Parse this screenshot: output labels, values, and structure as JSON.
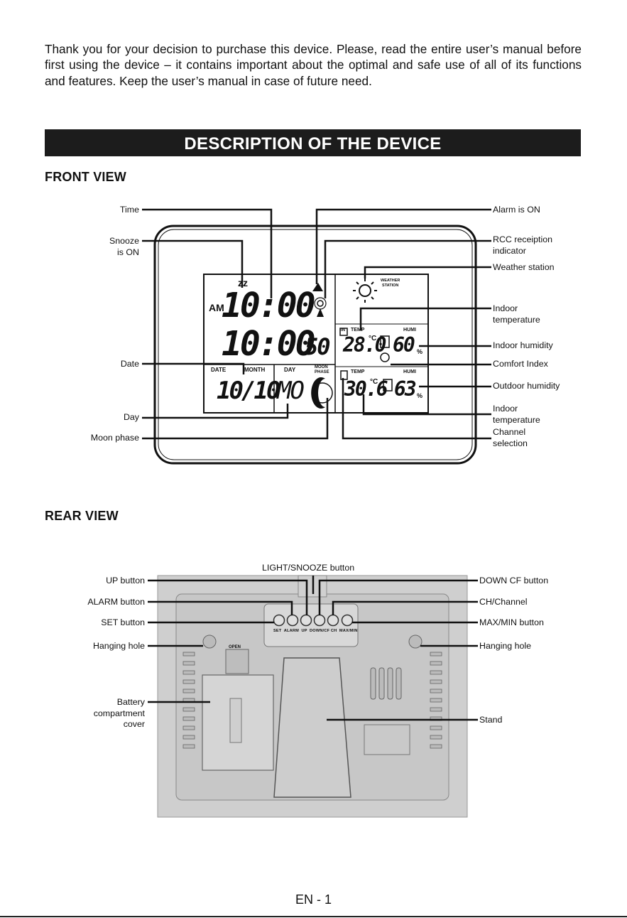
{
  "intro": "Thank you for your decision to purchase this device. Please, read the entire user’s manual before first using the device – it contains important about the optimal and safe use of all of its functions and features. Keep the user’s manual in case of future need.",
  "banner": "DESCRIPTION OF THE DEVICE",
  "front": {
    "heading": "FRONT VIEW",
    "labels_left": [
      "Time",
      "Snooze\nis ON",
      "Date",
      "Day",
      "Moon phase"
    ],
    "labels_right": [
      "Alarm is ON",
      "RCC receiption\nindicator",
      "Weather station",
      "Indoor\ntemperature",
      "Indoor humidity",
      "Comfort Index",
      "Outdoor humidity",
      "Indoor\ntemperature",
      "Channel\nselection"
    ],
    "display": {
      "zz": "zz",
      "am": "AM",
      "time": "10:00",
      "seconds_line": "10:00",
      "seconds": "50",
      "date_label": "DATE",
      "month_label": "MONTH",
      "date": "10/10",
      "day_label": "DAY",
      "day": "MO",
      "moon_label": "MOON\nPHASE",
      "weather_label": "WEATHER\nSTATION",
      "in_badge": "IN",
      "temp_label": "TEMP",
      "humi_label": "HUMI",
      "in_temp": "28.0",
      "in_unit": "°C",
      "in_humi": "60",
      "out_temp_label": "TEMP",
      "out_humi_label": "HUMI",
      "out_temp": "30.6",
      "out_unit": "°C",
      "out_humi": "63",
      "percent": "%"
    }
  },
  "rear": {
    "heading": "REAR VIEW",
    "labels_left": [
      "UP button",
      "ALARM button",
      "SET button",
      "Hanging hole",
      "Battery\ncompartment\ncover"
    ],
    "label_top": "LIGHT/SNOOZE button",
    "labels_right": [
      "DOWN CF button",
      "CH/Channel",
      "MAX/MIN button",
      "Hanging hole",
      "Stand"
    ],
    "button_strip": "SET  ALARM  UP  DOWN/CF CH  MAX/MIN",
    "open_tab": "OPEN"
  },
  "page_number": "EN - 1"
}
